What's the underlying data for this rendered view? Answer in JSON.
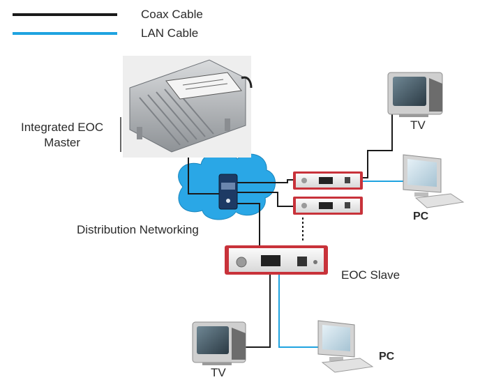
{
  "legend": {
    "coax_label": "Coax Cable",
    "lan_label": "LAN Cable",
    "coax_color": "#1a1a1a",
    "lan_color": "#1fa3e0"
  },
  "labels": {
    "master_line1": "Integrated EOC",
    "master_line2": "Master",
    "distribution": "Distribution Networking",
    "slave": "EOC Slave",
    "tv_top": "TV",
    "pc_right": "PC",
    "tv_bottom": "TV",
    "pc_bottom": "PC"
  },
  "colors": {
    "cloud": "#2aa7e6",
    "device_red": "#c8323a",
    "metal": "#b9bcbf"
  }
}
